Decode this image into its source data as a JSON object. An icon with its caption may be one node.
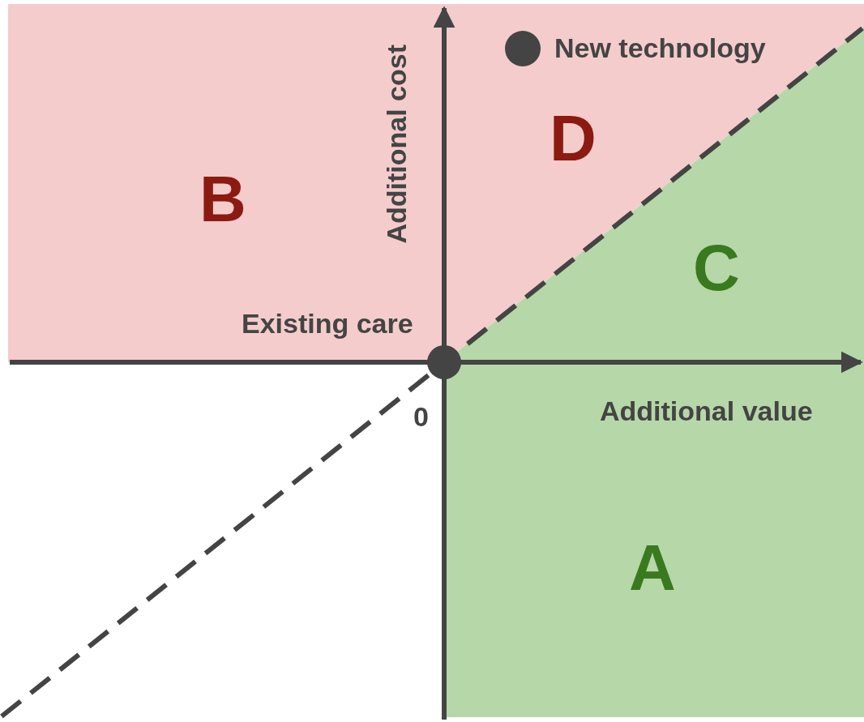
{
  "diagram": {
    "labels": [
      "New technology",
      "Additional cost",
      "D",
      "B",
      "C",
      "Existing care",
      "0",
      "Additional value",
      "A"
    ]
  }
}
